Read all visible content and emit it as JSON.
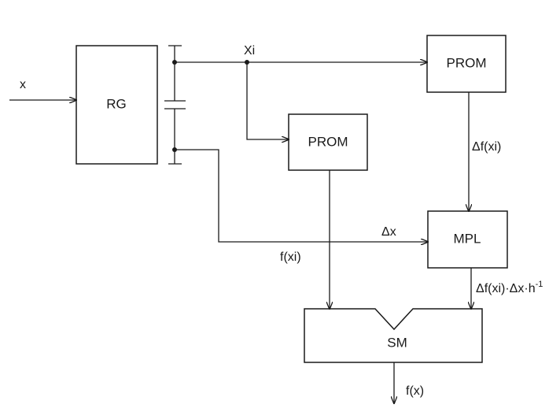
{
  "blocks": {
    "rg": "RG",
    "prom_top": "PROM",
    "prom_mid": "PROM",
    "mpl": "MPL",
    "sm": "SM"
  },
  "signals": {
    "input_x": "x",
    "xi": "Xi",
    "delta_f_xi": "Δf(xi)",
    "delta_x": "Δx",
    "f_xi": "f(xi)",
    "product_main": "Δf(xi)·Δx·h",
    "product_exp": "-1",
    "output_fx": "f(x)"
  }
}
